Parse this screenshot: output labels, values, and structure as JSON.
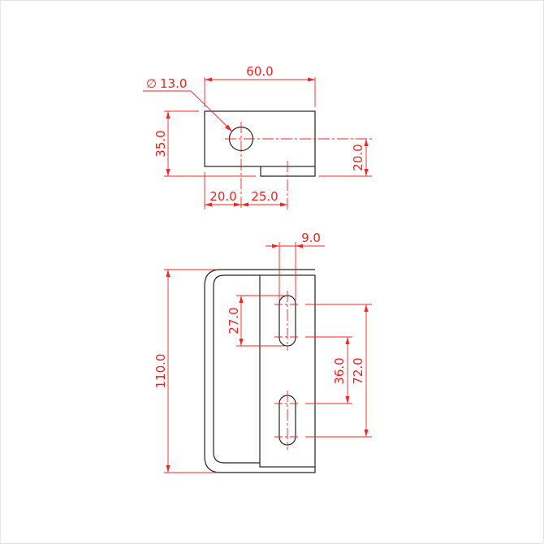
{
  "drawing": {
    "top_view": {
      "diameter_symbol": "∅",
      "hole_diameter": "13.0",
      "width": "60.0",
      "depth": "35.0",
      "hole_offset_x": "20.0",
      "step_offset_x": "25.0",
      "hole_offset_y": "20.0"
    },
    "front_view": {
      "height": "110.0",
      "slot_width": "9.0",
      "slot_length": "27.0",
      "slot_pitch": "36.0",
      "slot_span": "72.0"
    },
    "colors": {
      "object": "#222222",
      "dimension": "#ff2020"
    }
  }
}
